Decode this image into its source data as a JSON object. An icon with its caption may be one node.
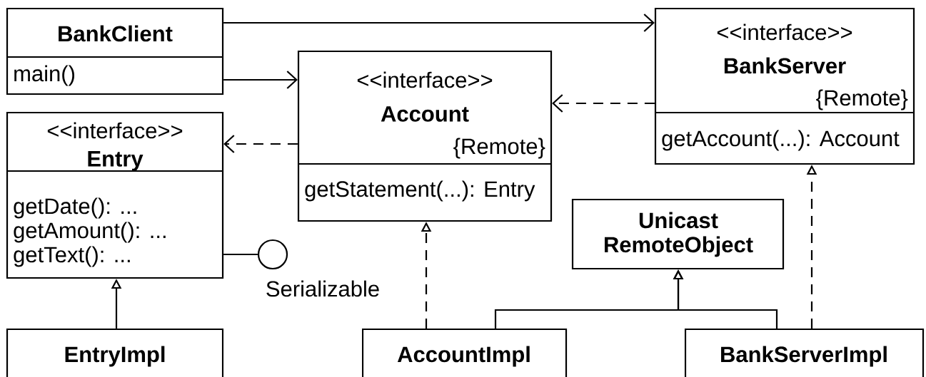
{
  "diagram": {
    "nodes": [
      {
        "text": [
          "BankClient",
          "main()"
        ]
      },
      {
        "text": [
          "<<interface>>",
          "Account",
          "{Remote}",
          "getStatement(...): Entry"
        ]
      },
      {
        "text": [
          "<<interface>>",
          "BankServer",
          "{Remote}",
          "getAccount(...): Account"
        ]
      },
      {
        "text": [
          "<<interface>>",
          "Entry",
          "getDate(): ...",
          "getAmount(): ...",
          "getText(): ..."
        ]
      },
      {
        "text": [],
        "shape": "circle",
        "beside": [
          "Serializable"
        ]
      },
      {
        "text": [
          "Unicast RemoteObject"
        ]
      },
      {
        "text": [
          "EntryImpl"
        ]
      },
      {
        "text": [
          "AccountImpl"
        ]
      },
      {
        "text": [
          "BankServerImpl"
        ]
      }
    ],
    "edges": [
      {
        "from": 0,
        "to": 2,
        "arrow": "to"
      },
      {
        "from": 0,
        "to": 1,
        "arrow": "to"
      },
      {
        "from": 2,
        "to": 1,
        "arrow": "to",
        "style": "dashed"
      },
      {
        "from": 1,
        "to": 3,
        "arrow": "to",
        "style": "dashed"
      },
      {
        "from": 3,
        "to": 4,
        "arrow": "none"
      },
      {
        "from": 6,
        "to": 3,
        "arrow": "to"
      },
      {
        "from": 7,
        "to": 1,
        "arrow": "to",
        "style": "dashed"
      },
      {
        "from": 7,
        "to": 5,
        "arrow": "to"
      },
      {
        "from": 8,
        "to": 5,
        "arrow": "to"
      },
      {
        "from": 8,
        "to": 2,
        "arrow": "to",
        "style": "dashed"
      }
    ]
  }
}
